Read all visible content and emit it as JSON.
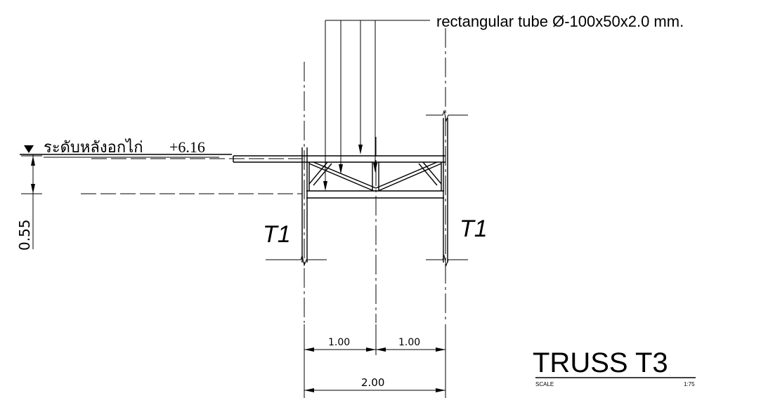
{
  "member_callout": "rectangular tube Ø-100x50x2.0 mm.",
  "level_label": "ระดับหลังอกไก่",
  "level_value": "+6.16",
  "height_dim": "0.55",
  "left_truss_tag": "T1",
  "right_truss_tag": "T1",
  "dim_left_half": "1.00",
  "dim_right_half": "1.00",
  "dim_total": "2.00",
  "title": "TRUSS T3",
  "scale_label": "SCALE",
  "scale_value": "1:75"
}
